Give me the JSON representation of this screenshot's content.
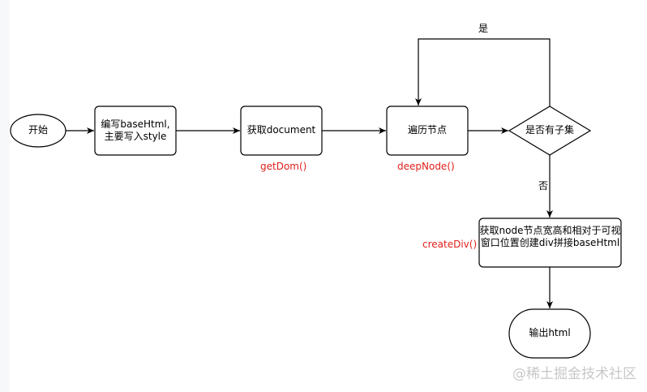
{
  "diagram": {
    "nodes": {
      "start": {
        "label": "开始",
        "shape": "ellipse"
      },
      "write_base": {
        "line1": "编写baseHtml,",
        "line2": "主要写入style",
        "shape": "rounded-rect"
      },
      "get_document": {
        "label": "获取document",
        "shape": "rounded-rect"
      },
      "traverse": {
        "label": "遍历节点",
        "shape": "rounded-rect"
      },
      "has_children": {
        "label": "是否有子集",
        "shape": "diamond"
      },
      "create_div": {
        "line1": "获取node节点宽高和相对于可视",
        "line2": "窗口位置创建div拼接baseHtml",
        "shape": "rounded-rect"
      },
      "output": {
        "label": "输出html",
        "shape": "terminator"
      }
    },
    "function_labels": {
      "get_dom": "getDom()",
      "deep_node": "deepNode()",
      "create_div": "createDiv()"
    },
    "edge_labels": {
      "yes": "是",
      "no": "否"
    },
    "edges": [
      {
        "from": "start",
        "to": "write_base"
      },
      {
        "from": "write_base",
        "to": "get_document"
      },
      {
        "from": "get_document",
        "to": "traverse"
      },
      {
        "from": "traverse",
        "to": "has_children"
      },
      {
        "from": "has_children",
        "to": "traverse",
        "label": "是"
      },
      {
        "from": "has_children",
        "to": "create_div",
        "label": "否"
      },
      {
        "from": "create_div",
        "to": "output"
      }
    ],
    "colors": {
      "stroke": "#000000",
      "function_label": "#e0201c",
      "watermark": "#c8c8c8"
    }
  },
  "watermark": "@稀土掘金技术社区"
}
